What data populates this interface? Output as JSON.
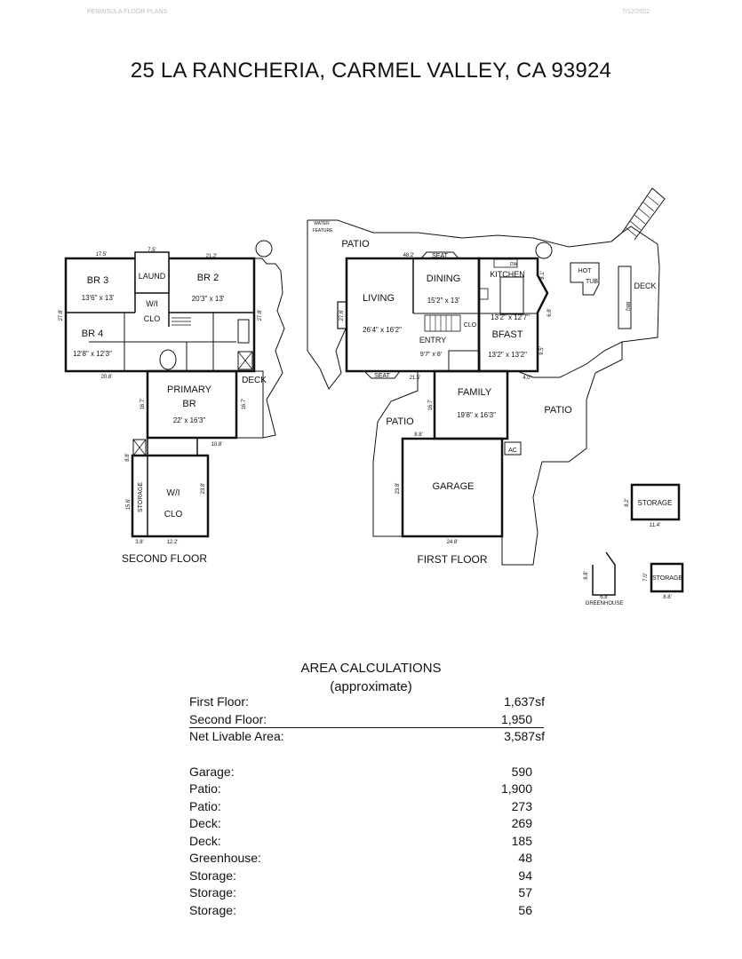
{
  "header": {
    "company": "PENINSULA FLOOR PLANS",
    "date": "7/12/2022"
  },
  "title": "25 LA RANCHERIA, CARMEL VALLEY, CA 93924",
  "floors": {
    "second": {
      "caption": "SECOND FLOOR",
      "rooms": {
        "br3": "BR 3",
        "br3_dim": "13'6\" x 13'",
        "laund": "LAUND",
        "br2": "BR 2",
        "br2_dim": "20'3\" x 13'",
        "wi": "W/I",
        "clo": "CLO",
        "br4": "BR 4",
        "br4_dim": "12'8\" x 12'3\"",
        "primary1": "PRIMARY",
        "primary2": "BR",
        "primary_dim": "22' x 16'3\"",
        "deck": "DECK",
        "wi2": "W/I",
        "clo2": "CLO",
        "storage": "STORAGE"
      },
      "dims": {
        "d1": "17.5'",
        "d2": "7.5'",
        "d3": "21.2'",
        "d4": "27.8'",
        "d5": "27.8'",
        "d6": "20.8'",
        "d7": "16.7'",
        "d8": "16.7'",
        "d9": "10.8'",
        "d10": "8.8'",
        "d11": "15.6'",
        "d12": "23.8'",
        "d13": "3.8'",
        "d14": "12.2'"
      }
    },
    "first": {
      "caption": "FIRST FLOOR",
      "rooms": {
        "water1": "WATER",
        "water2": "FEATURE",
        "patio_top": "PATIO",
        "seat1": "SEAT",
        "seat2": "SEAT",
        "living": "LIVING",
        "living_dim": "26'4\" x 16'2\"",
        "dining": "DINING",
        "dining_dim": "15'2\" x 13'",
        "kitchen": "KITCHEN",
        "kitchen_dim": "13'2\" x 12'7\"",
        "dw": "DW",
        "entry": "ENTRY",
        "entry_dim": "9'7\" x 8'",
        "bfast": "BFAST",
        "bfast_dim": "13'2\" x 13'2\"",
        "clo": "CLO",
        "family": "FAMILY",
        "family_dim": "19'8\" x 16'3\"",
        "patio_left": "PATIO",
        "patio_right": "PATIO",
        "garage": "GARAGE",
        "ac": "AC",
        "hot": "HOT",
        "tub": "TUB",
        "deck": "DECK",
        "bbq": "BBQ"
      },
      "dims": {
        "d1": "48.2'",
        "d2": "27.8'",
        "d3": "21.5'",
        "d4": "4.0'",
        "d5": "8.1'",
        "d6": "6.8'",
        "d7": "9.5'",
        "d8": "16.7'",
        "d9": "8.8'",
        "d10": "23.8'",
        "d11": "24.8'"
      }
    },
    "out": {
      "storage1": "STORAGE",
      "storage1_w": "11.4'",
      "storage1_h": "8.2'",
      "greenhouse": "GREENHOUSE",
      "greenhouse_w": "6.8'",
      "greenhouse_h": "8.8'",
      "storage2": "STORAGE",
      "storage2_w": "8.8'",
      "storage2_h": "7.0'"
    }
  },
  "area": {
    "title": "AREA CALCULATIONS",
    "subtitle": "(approximate)",
    "summary": [
      {
        "label": "First Floor:",
        "value": "1,637sf"
      },
      {
        "label": "Second Floor:",
        "value": "1,950"
      },
      {
        "label": "Net Livable Area:",
        "value": "3,587sf"
      }
    ],
    "other": [
      {
        "label": "Garage:",
        "value": "590"
      },
      {
        "label": "Patio:",
        "value": "1,900"
      },
      {
        "label": "Patio:",
        "value": "273"
      },
      {
        "label": "Deck:",
        "value": "269"
      },
      {
        "label": "Deck:",
        "value": "185"
      },
      {
        "label": "Greenhouse:",
        "value": "48"
      },
      {
        "label": "Storage:",
        "value": "94"
      },
      {
        "label": "Storage:",
        "value": "57"
      },
      {
        "label": "Storage:",
        "value": "56"
      }
    ]
  }
}
